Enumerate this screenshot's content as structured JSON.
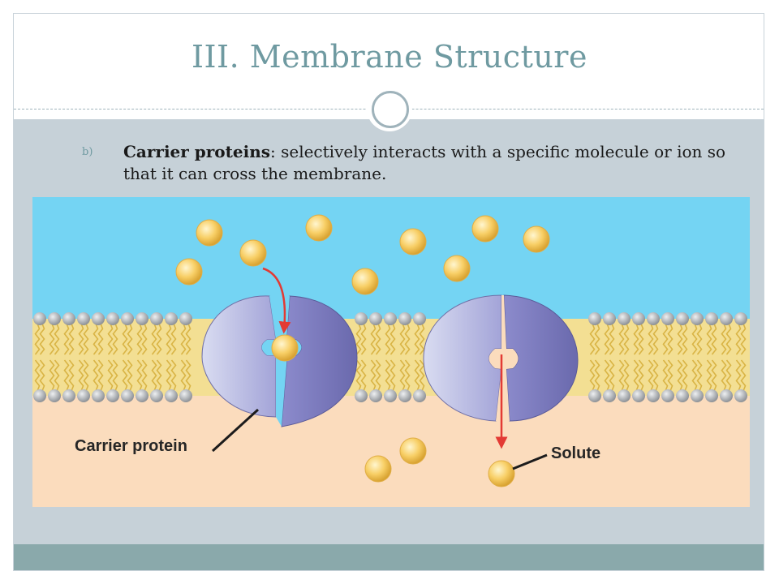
{
  "slide": {
    "title": "III. Membrane Structure",
    "bullet": {
      "marker": "b)",
      "term": "Carrier proteins",
      "text": ": selectively interacts with a specific molecule or ion so that it can cross the membrane."
    }
  },
  "figure": {
    "labels": {
      "carrier_protein": "Carrier protein",
      "solute": "Solute"
    },
    "colors": {
      "extracellular": "#74d4f3",
      "cytoplasm": "#fbdcbd",
      "lipid_head": "#a7aaae",
      "lipid_tail": "#e5c24c",
      "protein": "#8f8ed0",
      "solute": "#f6c652",
      "arrow": "#e33a34"
    }
  }
}
